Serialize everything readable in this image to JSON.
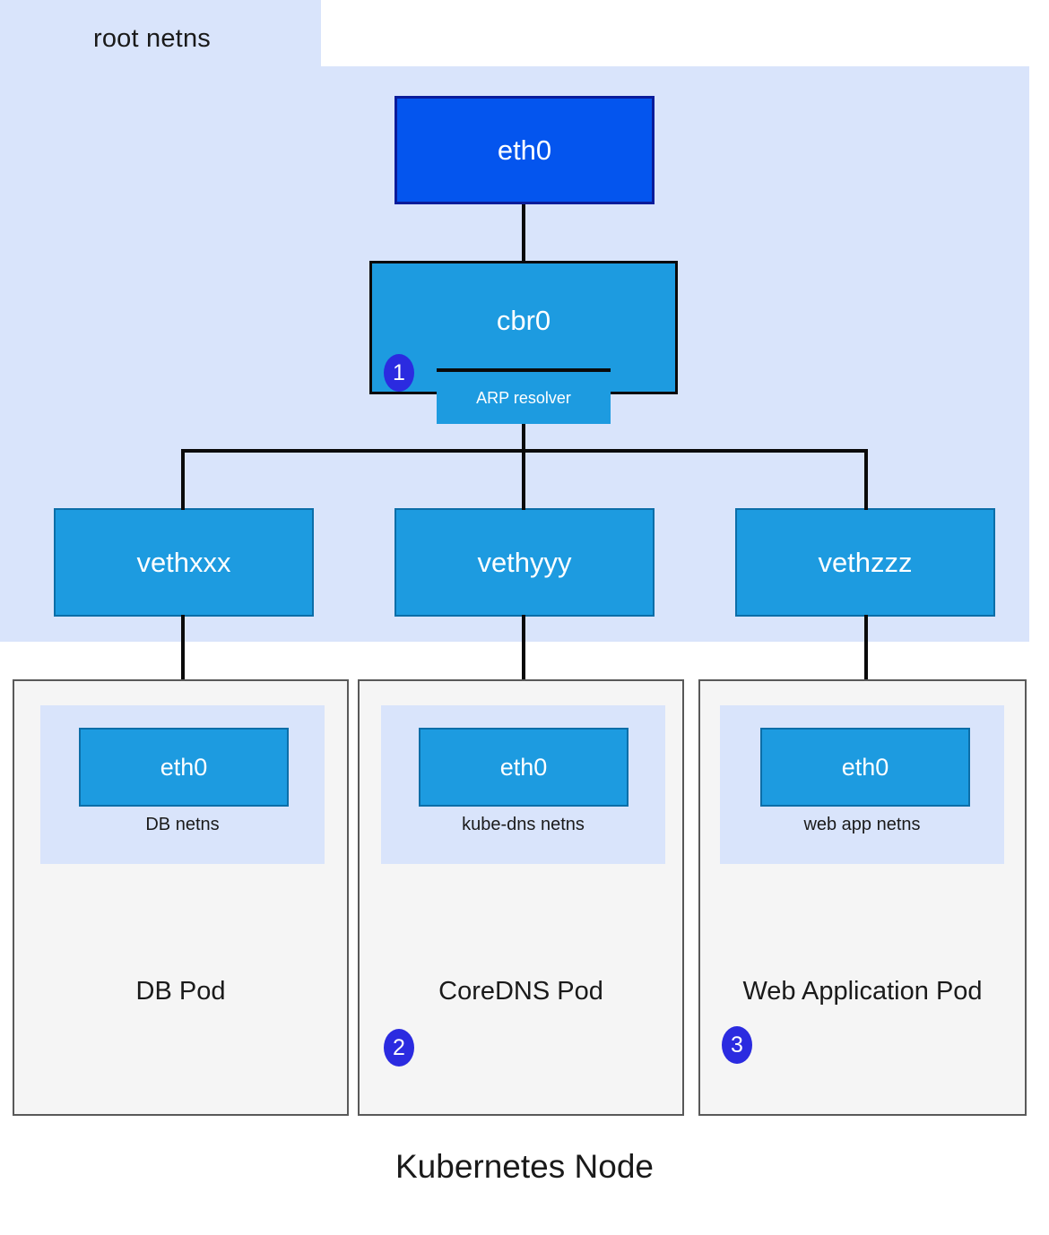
{
  "diagram": {
    "caption": "Kubernetes Node",
    "root_netns_label": "root netns",
    "colors": {
      "root_netns_bg": "#d9e4fb",
      "host_eth0_fill": "#0455ee",
      "host_eth0_border": "#0b1c9a",
      "bridge_fill": "#1d9be0",
      "bridge_border": "#0a0a0a",
      "veth_fill": "#1d9be0",
      "veth_border": "#0c6ea8",
      "pod_bg": "#f5f5f5",
      "pod_border": "#595959",
      "badge_fill": "#2b2be0",
      "line": "#0a0a0a",
      "text_dark": "#1a1a1a",
      "text_light": "#ffffff"
    }
  },
  "host": {
    "eth0_label": "eth0",
    "bridge_label": "cbr0",
    "arp_resolver_label": "ARP resolver",
    "veths": [
      {
        "label": "vethxxx"
      },
      {
        "label": "vethyyy"
      },
      {
        "label": "vethzzz"
      }
    ]
  },
  "badges": [
    {
      "number": "1"
    },
    {
      "number": "2"
    },
    {
      "number": "3"
    }
  ],
  "pods": [
    {
      "title": "DB Pod",
      "netns_label": "DB netns",
      "interface_label": "eth0"
    },
    {
      "title": "CoreDNS Pod",
      "netns_label": "kube-dns netns",
      "interface_label": "eth0"
    },
    {
      "title": "Web Application Pod",
      "netns_label": "web app netns",
      "interface_label": "eth0"
    }
  ]
}
